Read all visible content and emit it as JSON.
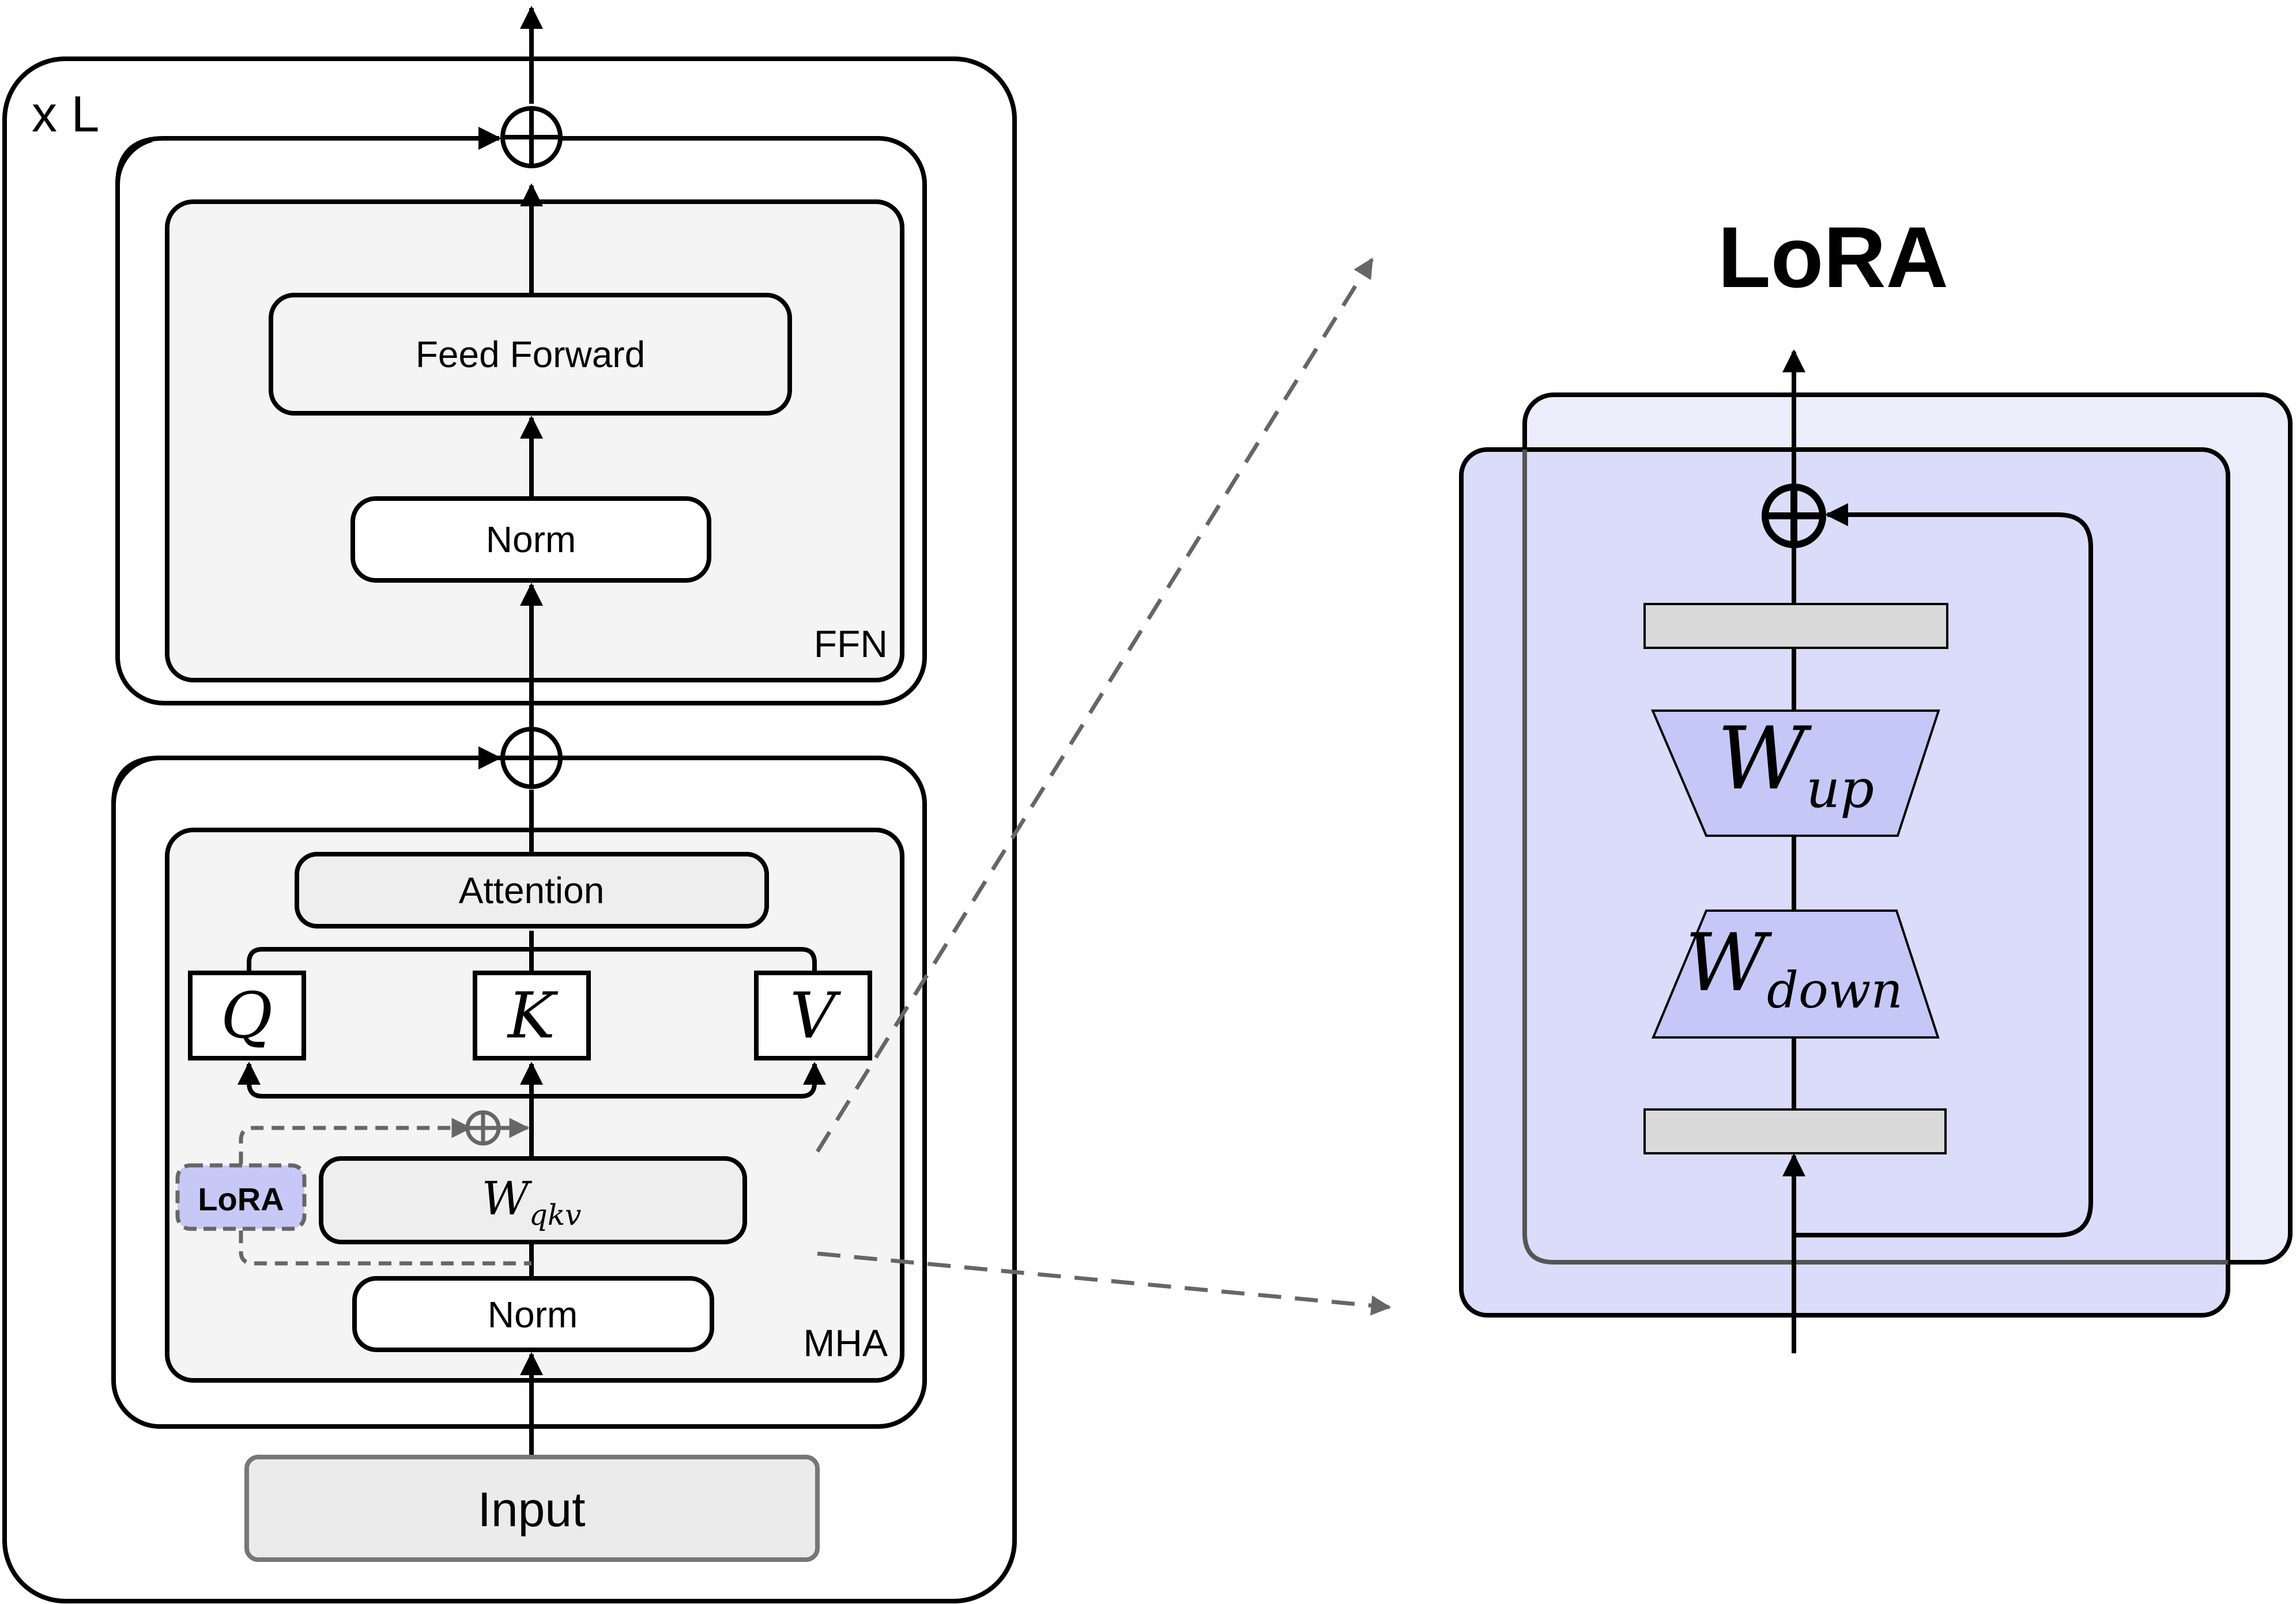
{
  "left": {
    "repeat_label": "x L",
    "ffn": {
      "label": "FFN",
      "feed_forward": "Feed Forward",
      "norm": "Norm"
    },
    "mha": {
      "label": "MHA",
      "attention": "Attention",
      "q": "Q",
      "k": "K",
      "v": "V",
      "w_main": "W",
      "w_sub": "qkv",
      "lora_badge": "LoRA",
      "norm": "Norm"
    },
    "input": "Input"
  },
  "right": {
    "title": "LoRA",
    "w_up_main": "W",
    "w_up_sub": "up",
    "w_down_main": "W",
    "w_down_sub": "down"
  },
  "colors": {
    "stroke": "#000000",
    "panel_fill": "#f4f4f4",
    "box_fill": "#f4f4f4",
    "input_fill": "#ebebeb",
    "input_stroke": "#777777",
    "lora_back": "#ecedfb",
    "lora_front": "#dadcfa",
    "lora_block": "#c5c8f7",
    "lora_badge": "#c8c8f7",
    "bar_fill": "#dadada",
    "dashed": "#666666"
  }
}
